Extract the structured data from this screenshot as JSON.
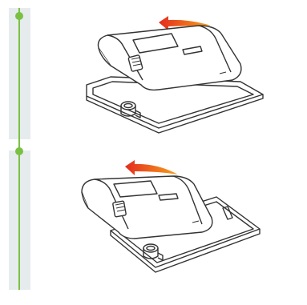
{
  "steps": [
    {
      "id": "step-1",
      "illustration": "battery-insertion-start",
      "arrow_direction": "left"
    },
    {
      "id": "step-2",
      "illustration": "battery-insertion-seated",
      "arrow_direction": "left"
    }
  ],
  "colors": {
    "accent": "#7ac143",
    "panel": "#e6ebee",
    "arrow_start": "#f7a21b",
    "arrow_end": "#e42b1e",
    "line_art": "#333333"
  },
  "icons": [
    "step-dot-icon",
    "insert-arrow-icon",
    "battery-pack-icon",
    "battery-tray-icon"
  ]
}
